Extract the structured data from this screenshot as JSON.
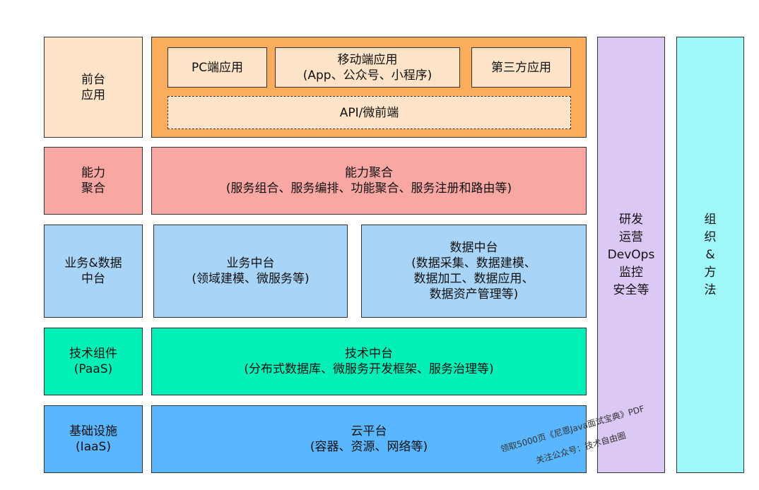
{
  "colors": {
    "frontend": "#fde3c8",
    "frontend_panel": "#fbad5c",
    "capability": "#f9a7a3",
    "business": "#a8d4f7",
    "tech": "#00f0b8",
    "infra": "#5ab6ff",
    "rd_ops": "#dcc8f5",
    "org": "#9ff7f8"
  },
  "layers": {
    "frontend": {
      "label": [
        "前台",
        "应用"
      ],
      "apps": [
        {
          "lines": [
            "PC端应用"
          ]
        },
        {
          "lines": [
            "移动端应用",
            "(App、公众号、小程序)"
          ]
        },
        {
          "lines": [
            "第三方应用"
          ]
        }
      ],
      "gateway": "API/微前端"
    },
    "capability": {
      "label": [
        "能力",
        "聚合"
      ],
      "lines": [
        "能力聚合",
        "(服务组合、服务编排、功能聚合、服务注册和路由等)"
      ]
    },
    "business": {
      "label": [
        "业务&数据",
        "中台"
      ],
      "business_center": [
        "业务中台",
        "(领域建模、微服务等)"
      ],
      "data_center": [
        "数据中台",
        "(数据采集、数据建模、",
        "数据加工、数据应用、",
        "数据资产管理等)"
      ]
    },
    "tech": {
      "label": [
        "技术组件",
        "(PaaS)"
      ],
      "lines": [
        "技术中台",
        "(分布式数据库、微服务开发框架、服务治理等)"
      ]
    },
    "infra": {
      "label": [
        "基础设施",
        "(IaaS)"
      ],
      "lines": [
        "云平台",
        "(容器、资源、网络等)"
      ]
    }
  },
  "side": {
    "rd_ops": [
      "研发",
      "运营",
      "DevOps",
      "监控",
      "安全等"
    ],
    "org": [
      "组",
      "织",
      "&",
      "方",
      "法"
    ]
  },
  "watermark": {
    "line1": "领取5000页《尼恩Java面试宝典》PDF",
    "line2": "关注公众号：技术自由圈"
  }
}
